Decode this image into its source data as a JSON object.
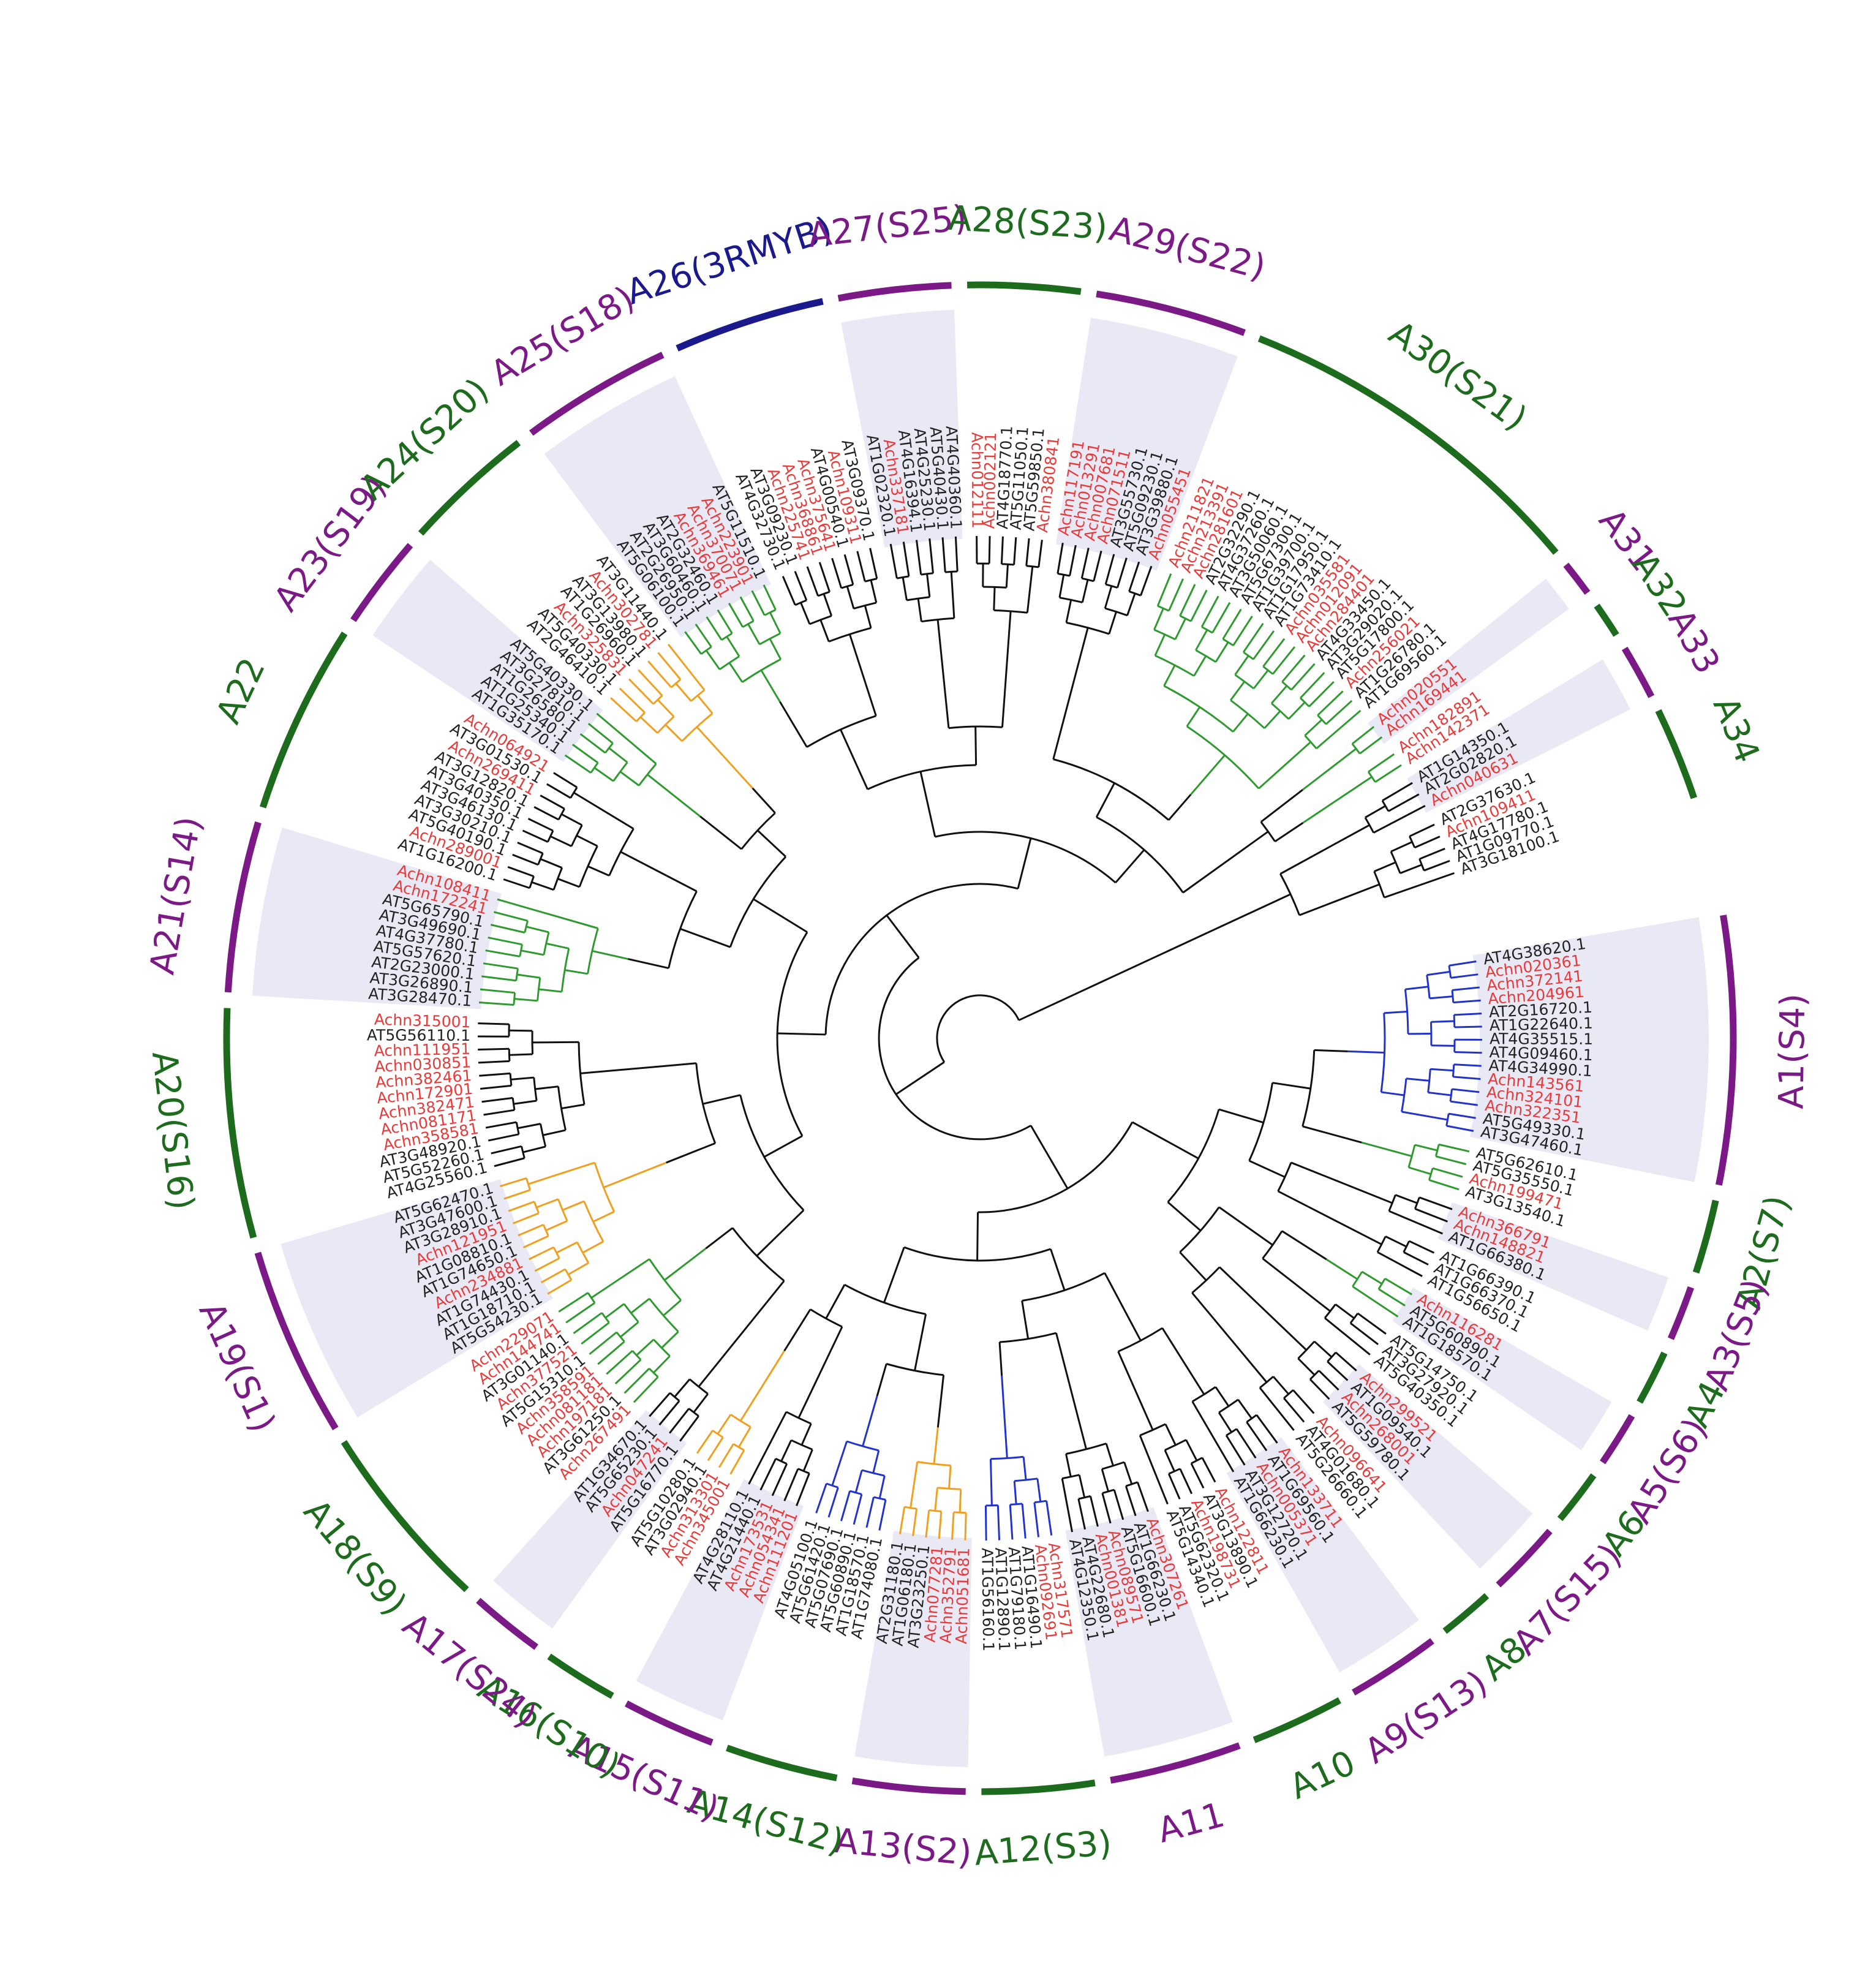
{
  "colors": {
    "purple": "#7b1a86",
    "green": "#1d6b1d",
    "navy": "#1a1a8c",
    "achn": "#e83a3a",
    "at": "#222222",
    "branch_black": "#111111",
    "branch_green": "#2f9a2f",
    "branch_orange": "#f0a020",
    "branch_blue": "#2233cc",
    "band": "#e9e9f5"
  },
  "groups": [
    {
      "label": "A1(S4)",
      "color": "purple",
      "leaves": [
        "AT4G38620.1",
        "Achn020361",
        "Achn372141",
        "Achn204961",
        "AT2G16720.1",
        "AT1G22640.1",
        "AT4G35515.1",
        "AT4G09460.1",
        "AT4G34990.1",
        "Achn143561",
        "Achn324101",
        "Achn322351",
        "AT5G49330.1",
        "AT3G47460.1"
      ]
    },
    {
      "label": "A2(S7)",
      "color": "green",
      "leaves": [
        "AT5G62610.1",
        "AT5G35550.1",
        "Achn199471",
        "AT3G13540.1"
      ]
    },
    {
      "label": "A3(S5)",
      "color": "purple",
      "leaves": [
        "Achn366791",
        "Achn148821",
        "AT1G66380.1"
      ]
    },
    {
      "label": "A4",
      "color": "green",
      "leaves": [
        "AT1G66390.1",
        "AT1G66370.1",
        "AT1G56650.1"
      ]
    },
    {
      "label": "A5(S6)",
      "color": "purple",
      "leaves": [
        "Achn116281",
        "AT5G60890.1",
        "AT1G18570.1"
      ]
    },
    {
      "label": "A6",
      "color": "green",
      "leaves": [
        "AT5G14750.1",
        "AT3G27920.1",
        "AT5G40350.1"
      ]
    },
    {
      "label": "A7(S15)",
      "color": "purple",
      "leaves": [
        "Achn299521",
        "AT1G09540.1",
        "Achn268001",
        "AT5G59780.1"
      ]
    },
    {
      "label": "A8",
      "color": "green",
      "leaves": [
        "Achn096641",
        "AT4G01680.1",
        "AT5G26660.1"
      ]
    },
    {
      "label": "A9(S13)",
      "color": "purple",
      "leaves": [
        "Achn133711",
        "AT1G69560.1",
        "Achn005371",
        "AT3G12720.1",
        "AT1G66230.1"
      ]
    },
    {
      "label": "A10",
      "color": "green",
      "leaves": [
        "Achn122811",
        "AT3G13890.1",
        "Achn198731",
        "AT5G62320.1",
        "AT5G14340.1"
      ]
    },
    {
      "label": "A11",
      "color": "purple",
      "leaves": [
        "Achn307261",
        "AT1G66230.1",
        "AT5G16600.1",
        "Achn089571",
        "Achn001381",
        "AT4G22680.1",
        "AT4G12350.1"
      ]
    },
    {
      "label": "A12(S3)",
      "color": "green",
      "leaves": [
        "Achn317571",
        "Achn092691",
        "AT1G16490.1",
        "AT1G79180.1",
        "AT1G12890.1",
        "AT1G56160.1"
      ]
    },
    {
      "label": "A13(S2)",
      "color": "purple",
      "leaves": [
        "Achn051681",
        "Achn352791",
        "Achn077281",
        "AT3G23250.1",
        "AT1G06180.1",
        "AT2G31180.1"
      ]
    },
    {
      "label": "A14(S12)",
      "color": "green",
      "leaves": [
        "AT1G74080.1",
        "AT1G18570.1",
        "AT5G60890.1",
        "AT5G07690.1",
        "AT5G61420.1",
        "AT4G05100.1"
      ]
    },
    {
      "label": "A15(S11)",
      "color": "purple",
      "leaves": [
        "Achn111201",
        "Achn054341",
        "Achn173531",
        "AT4G21440.1",
        "AT4G28110.1"
      ]
    },
    {
      "label": "A16(S10)",
      "color": "green",
      "leaves": [
        "Achn345001",
        "Achn313301",
        "AT3G02940.1",
        "AT5G10280.1"
      ]
    },
    {
      "label": "A17(S24)",
      "color": "purple",
      "leaves": [
        "AT5G16770.1",
        "Achn047241",
        "AT5G65230.1",
        "AT1G34670.1"
      ]
    },
    {
      "label": "A18(S9)",
      "color": "green",
      "leaves": [
        "Achn267491",
        "AT3G61250.1",
        "Achn197181",
        "Achn081181",
        "Achn358591",
        "AT5G15310.1",
        "Achn377521",
        "AT3G01140.1",
        "Achn144741",
        "Achn229071"
      ]
    },
    {
      "label": "A19(S1)",
      "color": "purple",
      "leaves": [
        "AT5G54230.1",
        "AT1G18710.1",
        "AT1G74430.1",
        "Achn234881",
        "AT1G74650.1",
        "AT1G08810.1",
        "Achn121951",
        "AT3G28910.1",
        "AT3G47600.1",
        "AT5G62470.1"
      ]
    },
    {
      "label": "A20(S16)",
      "color": "green",
      "leaves": [
        "AT4G25560.1",
        "AT5G52260.1",
        "AT3G48920.1",
        "Achn358581",
        "Achn081171",
        "Achn382471",
        "Achn172901",
        "Achn382461",
        "Achn030851",
        "Achn111951",
        "AT5G56110.1",
        "Achn315001"
      ]
    },
    {
      "label": "A21(S14)",
      "color": "purple",
      "leaves": [
        "AT3G28470.1",
        "AT3G26890.1",
        "AT2G23000.1",
        "AT5G57620.1",
        "AT4G37780.1",
        "AT3G49690.1",
        "AT5G65790.1",
        "Achn172241",
        "Achn108411"
      ]
    },
    {
      "label": "A22",
      "color": "green",
      "leaves": [
        "AT1G16200.1",
        "Achn289001",
        "AT5G40190.1",
        "AT3G30210.1",
        "AT3G46130.1",
        "AT3G40350.1",
        "AT3G12820.1",
        "Achn269411",
        "AT3G01530.1",
        "Achn064921"
      ]
    },
    {
      "label": "A23(S19)",
      "color": "purple",
      "leaves": [
        "AT1G35170.1",
        "AT1G25340.1",
        "AT1G26580.1",
        "AT3G27810.1",
        "AT5G40330.1"
      ]
    },
    {
      "label": "A24(S20)",
      "color": "green",
      "leaves": [
        "AT2G46410.1",
        "AT5G40330.1",
        "Achn325831",
        "AT1G26960.1",
        "AT3G13980.1",
        "Achn302781",
        "AT3G11440.1"
      ]
    },
    {
      "label": "A25(S18)",
      "color": "purple",
      "leaves": [
        "AT5G06100.1",
        "AT2G26950.1",
        "AT3G60460.1",
        "AT2G32460.1",
        "Achn369461",
        "Achn370071",
        "Achn223901",
        "AT5G11510.1"
      ]
    },
    {
      "label": "A26(3RMYB)",
      "color": "navy",
      "leaves": [
        "AT4G32730.1",
        "AT3G09230.1",
        "Achn225741",
        "Achn368861",
        "Achn375641",
        "AT4G00540.1",
        "Achn109311",
        "AT3G09370.1"
      ]
    },
    {
      "label": "A27(S25)",
      "color": "purple",
      "leaves": [
        "AT1G02320.1",
        "Achn337181",
        "AT4G16394.1",
        "AT4G25230.1",
        "AT5G40430.1",
        "AT4G40360.1"
      ]
    },
    {
      "label": "A28(S23)",
      "color": "green",
      "leaves": [
        "Achn012111",
        "Achn002121",
        "AT4G18770.1",
        "AT5G11050.1",
        "AT5G59850.1",
        "Achn380841"
      ]
    },
    {
      "label": "A29(S22)",
      "color": "purple",
      "leaves": [
        "Achn117191",
        "Achn013291",
        "Achn007681",
        "Achn071511",
        "AT3G55730.1",
        "AT5G09230.1",
        "AT3G39880.1",
        "Achn055451"
      ]
    },
    {
      "label": "A30(S21)",
      "color": "green",
      "leaves": [
        "Achn211821",
        "Achn213391",
        "Achn281601",
        "AT2G32290.1",
        "AT4G37260.1",
        "AT3G50060.1",
        "AT5G67300.1",
        "AT1G39700.1",
        "AT1G17950.1",
        "AT1G73410.1",
        "Achn035581",
        "Achn012091",
        "Achn284401",
        "AT4G33450.1",
        "AT3G29020.1",
        "AT5G17800.1",
        "Achn256021",
        "AT1G26780.1",
        "AT1G69560.1"
      ]
    },
    {
      "label": "A31",
      "color": "purple",
      "leaves": [
        "Achn020551",
        "Achn169441"
      ]
    },
    {
      "label": "A32",
      "color": "green",
      "leaves": [
        "Achn182891",
        "Achn142371"
      ]
    },
    {
      "label": "A33",
      "color": "purple",
      "leaves": [
        "AT1G14350.1",
        "AT2G02820.1",
        "Achn040631"
      ]
    },
    {
      "label": "A34",
      "color": "green",
      "leaves": [
        "AT2G37630.1",
        "Achn109411",
        "AT4G17780.1",
        "AT1G09770.1",
        "AT3G18100.1"
      ]
    }
  ]
}
